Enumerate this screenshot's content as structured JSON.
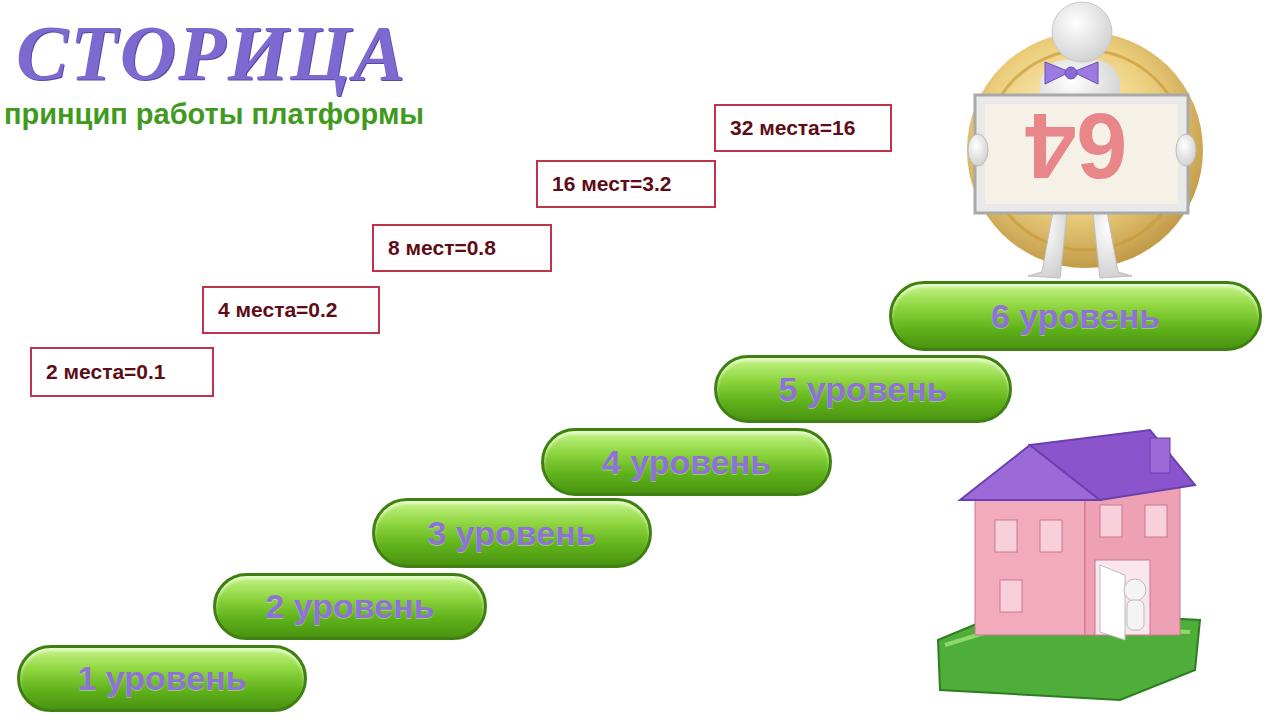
{
  "diagram": {
    "title": "СТОРИЦА",
    "nodes": [
      {
        "text": [
          "32 места=16"
        ]
      },
      {
        "text": [
          "16 мест=3.2"
        ]
      },
      {
        "text": [
          "8 мест=0.8"
        ]
      },
      {
        "text": [
          "4 места=0.2"
        ]
      },
      {
        "text": [
          "2 места=0.1"
        ]
      },
      {
        "text": [
          "6 уровень"
        ]
      },
      {
        "text": [
          "5 уровень"
        ]
      },
      {
        "text": [
          "4 уровень"
        ]
      },
      {
        "text": [
          "3 уровень"
        ]
      },
      {
        "text": [
          "2 уровень"
        ]
      },
      {
        "text": [
          "1 уровень"
        ]
      }
    ],
    "labels": [
      "принцип работы платформы",
      "64"
    ]
  }
}
